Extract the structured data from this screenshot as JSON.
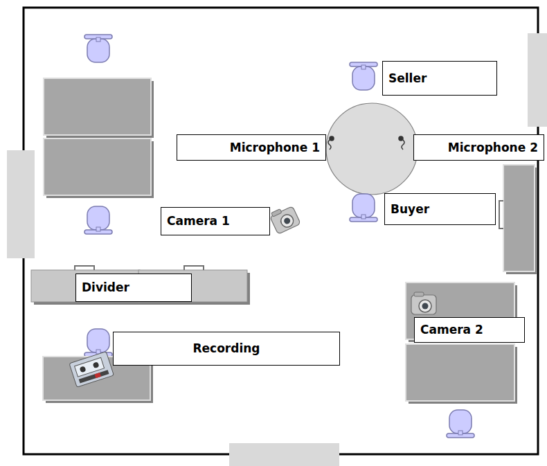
{
  "diagram": {
    "nodes": [
      {
        "text": [
          "Seller"
        ]
      },
      {
        "text": [
          "Microphone 1"
        ]
      },
      {
        "text": [
          "Microphone 2"
        ]
      },
      {
        "text": [
          "Buyer"
        ]
      },
      {
        "text": [
          "Camera 1"
        ]
      },
      {
        "text": [
          "Divider"
        ]
      },
      {
        "text": [
          "Recording"
        ]
      },
      {
        "text": [
          "Camera 2"
        ]
      }
    ]
  }
}
